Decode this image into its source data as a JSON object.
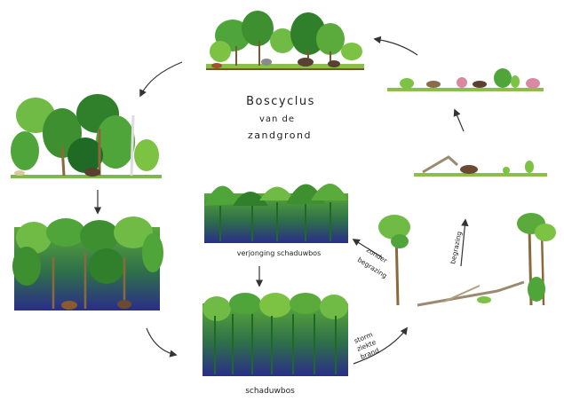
{
  "title": {
    "line1": "Boscyclus",
    "line2": "van de",
    "line3": "zandgrond"
  },
  "labels": {
    "verjonging": "verjonging schaduwbos",
    "schaduwbos": "schaduwbos",
    "storm_1": "storm",
    "storm_2": "ziekte",
    "storm_3": "brand",
    "zonder_1": "zonder",
    "zonder_2": "begrazing",
    "begrazing": "begrazing"
  },
  "colors": {
    "foliage_light": "#7cc243",
    "foliage_mid": "#3f9a2a",
    "foliage_dark": "#1f6a25",
    "shade_blue": "#2a2d8a",
    "trunk": "#8a6a3a",
    "arrow": "#333333"
  }
}
